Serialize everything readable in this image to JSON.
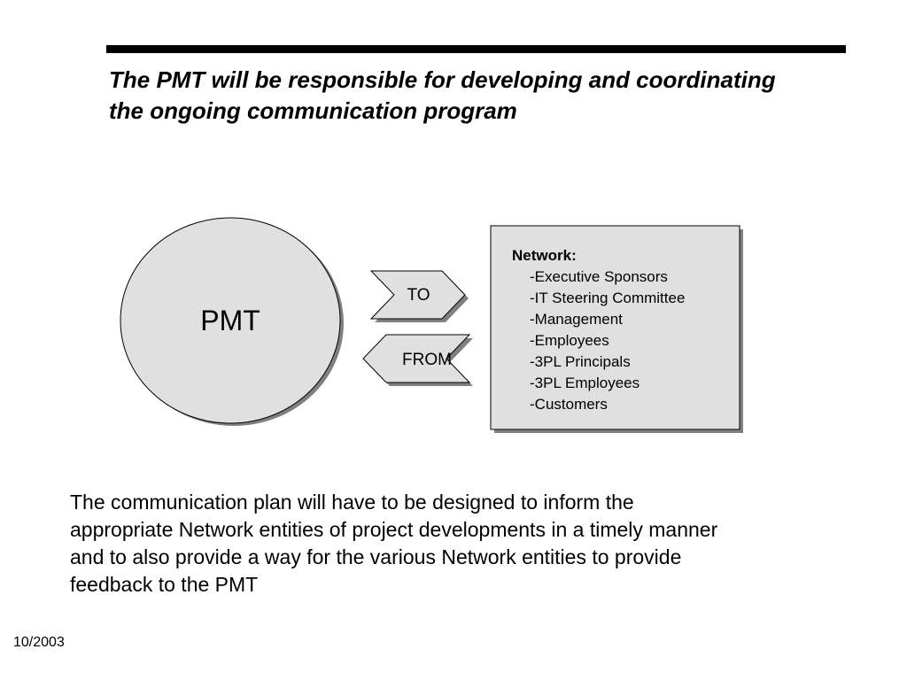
{
  "slide": {
    "title_lines": [
      "The PMT will be responsible for developing and coordinating",
      "the ongoing communication program"
    ],
    "diagram": {
      "pmt_label": "PMT",
      "to_label": "TO",
      "from_label": "FROM",
      "network": {
        "heading": "Network:",
        "items": [
          "-Executive Sponsors",
          "-IT Steering Committee",
          "-Management",
          "-Employees",
          "-3PL Principals",
          "-3PL Employees",
          "-Customers"
        ]
      }
    },
    "body_lines": [
      "The communication plan will have to be designed to inform the",
      "appropriate Network entities of project developments in a timely manner",
      "and to also provide a way for the various Network entities to provide",
      "feedback to the PMT"
    ],
    "footer_date": "10/2003"
  },
  "colors": {
    "shape_fill": "#e0e0e0",
    "shadow": "#808080",
    "rule": "#000000"
  }
}
